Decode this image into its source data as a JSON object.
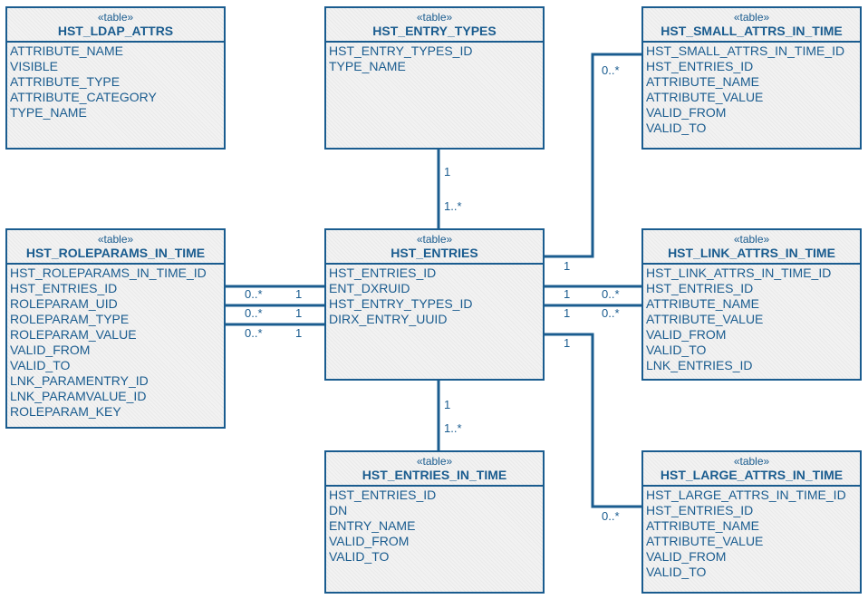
{
  "tables": [
    {
      "key": "ldap",
      "stereotype": "«table»",
      "name": "HST_LDAP_ATTRS",
      "attributes": [
        "ATTRIBUTE_NAME",
        "VISIBLE",
        "ATTRIBUTE_TYPE",
        "ATTRIBUTE_CATEGORY",
        "TYPE_NAME"
      ]
    },
    {
      "key": "entry-types",
      "stereotype": "«table»",
      "name": "HST_ENTRY_TYPES",
      "attributes": [
        "HST_ENTRY_TYPES_ID",
        "TYPE_NAME"
      ]
    },
    {
      "key": "small-attrs",
      "stereotype": "«table»",
      "name": "HST_SMALL_ATTRS_IN_TIME",
      "attributes": [
        "HST_SMALL_ATTRS_IN_TIME_ID",
        "HST_ENTRIES_ID",
        "ATTRIBUTE_NAME",
        "ATTRIBUTE_VALUE",
        "VALID_FROM",
        "VALID_TO"
      ]
    },
    {
      "key": "roleparams",
      "stereotype": "«table»",
      "name": "HST_ROLEPARAMS_IN_TIME",
      "attributes": [
        "HST_ROLEPARAMS_IN_TIME_ID",
        "HST_ENTRIES_ID",
        "ROLEPARAM_UID",
        "ROLEPARAM_TYPE",
        "ROLEPARAM_VALUE",
        "VALID_FROM",
        "VALID_TO",
        "LNK_PARAMENTRY_ID",
        "LNK_PARAMVALUE_ID",
        "ROLEPARAM_KEY"
      ]
    },
    {
      "key": "entries",
      "stereotype": "«table»",
      "name": "HST_ENTRIES",
      "attributes": [
        "HST_ENTRIES_ID",
        "ENT_DXRUID",
        "HST_ENTRY_TYPES_ID",
        "DIRX_ENTRY_UUID"
      ]
    },
    {
      "key": "link-attrs",
      "stereotype": "«table»",
      "name": "HST_LINK_ATTRS_IN_TIME",
      "attributes": [
        "HST_LINK_ATTRS_IN_TIME_ID",
        "HST_ENTRIES_ID",
        "ATTRIBUTE_NAME",
        "ATTRIBUTE_VALUE",
        "VALID_FROM",
        "VALID_TO",
        "LNK_ENTRIES_ID"
      ]
    },
    {
      "key": "entries-in-time",
      "stereotype": "«table»",
      "name": "HST_ENTRIES_IN_TIME",
      "attributes": [
        "HST_ENTRIES_ID",
        "DN",
        "ENTRY_NAME",
        "VALID_FROM",
        "VALID_TO"
      ]
    },
    {
      "key": "large-attrs",
      "stereotype": "«table»",
      "name": "HST_LARGE_ATTRS_IN_TIME",
      "attributes": [
        "HST_LARGE_ATTRS_IN_TIME_ID",
        "HST_ENTRIES_ID",
        "ATTRIBUTE_NAME",
        "ATTRIBUTE_VALUE",
        "VALID_FROM",
        "VALID_TO"
      ]
    }
  ],
  "relationships": [
    {
      "key": "entry-types-to-entries",
      "from": "entry-types",
      "to": "entries",
      "from_multiplicity": "1",
      "to_multiplicity": "1..*"
    },
    {
      "key": "entries-to-small-attrs",
      "from": "entries",
      "to": "small-attrs",
      "from_multiplicity": "1",
      "to_multiplicity": "0..*"
    },
    {
      "key": "entries-to-link-attrs-1",
      "from": "entries",
      "to": "link-attrs",
      "from_multiplicity": "1",
      "to_multiplicity": "0..*"
    },
    {
      "key": "entries-to-link-attrs-2",
      "from": "entries",
      "to": "link-attrs",
      "from_multiplicity": "1",
      "to_multiplicity": "0..*"
    },
    {
      "key": "entries-to-large-attrs",
      "from": "entries",
      "to": "large-attrs",
      "from_multiplicity": "1",
      "to_multiplicity": "0..*"
    },
    {
      "key": "entries-to-entries-in-time",
      "from": "entries",
      "to": "entries-in-time",
      "from_multiplicity": "1",
      "to_multiplicity": "1..*"
    },
    {
      "key": "entries-to-roleparams-1",
      "from": "entries",
      "to": "roleparams",
      "from_multiplicity": "1",
      "to_multiplicity": "0..*"
    },
    {
      "key": "entries-to-roleparams-2",
      "from": "entries",
      "to": "roleparams",
      "from_multiplicity": "1",
      "to_multiplicity": "0..*"
    },
    {
      "key": "entries-to-roleparams-3",
      "from": "entries",
      "to": "roleparams",
      "from_multiplicity": "1",
      "to_multiplicity": "0..*"
    }
  ],
  "colors": {
    "line": "#1a5c8f",
    "text": "#1a5c8f",
    "fill": "#f2f2f2"
  }
}
